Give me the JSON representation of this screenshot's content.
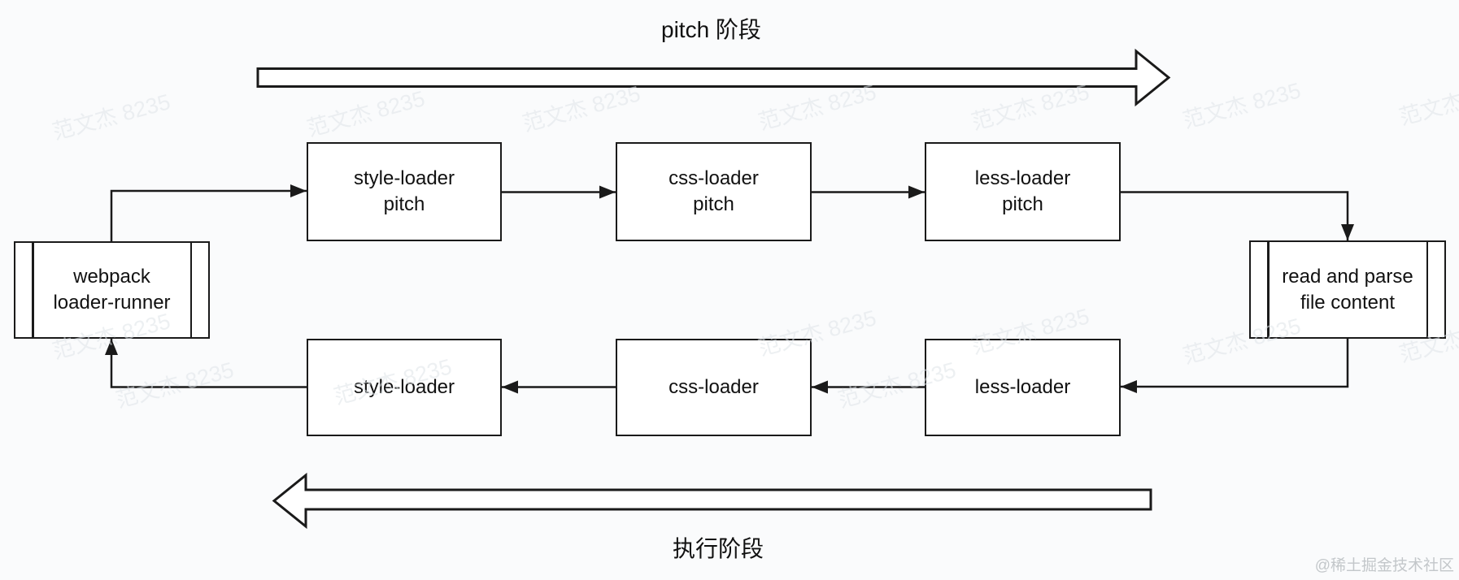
{
  "diagram": {
    "phase_top_label": "pitch 阶段",
    "phase_bottom_label": "执行阶段",
    "nodes": {
      "webpack": "webpack\nloader-runner",
      "style_pitch": "style-loader\npitch",
      "css_pitch": "css-loader\npitch",
      "less_pitch": "less-loader\npitch",
      "read_parse": "read and parse\nfile content",
      "style": "style-loader",
      "css": "css-loader",
      "less": "less-loader"
    },
    "flow": {
      "pitch_direction": "left-to-right",
      "execute_direction": "right-to-left",
      "edges": [
        "webpack loader-runner -> style-loader pitch",
        "style-loader pitch -> css-loader pitch",
        "css-loader pitch -> less-loader pitch",
        "less-loader pitch -> read and parse file content",
        "read and parse file content -> less-loader",
        "less-loader -> css-loader",
        "css-loader -> style-loader",
        "style-loader -> webpack loader-runner"
      ]
    },
    "colors": {
      "line": "#1a1a1a",
      "node_bg": "#ffffff",
      "background": "#fafbfc",
      "watermark": "#dfe5e9",
      "credit": "#c3c7ca"
    }
  },
  "watermark": {
    "text": "范文杰 8235"
  },
  "credit": {
    "text": "@稀土掘金技术社区"
  }
}
